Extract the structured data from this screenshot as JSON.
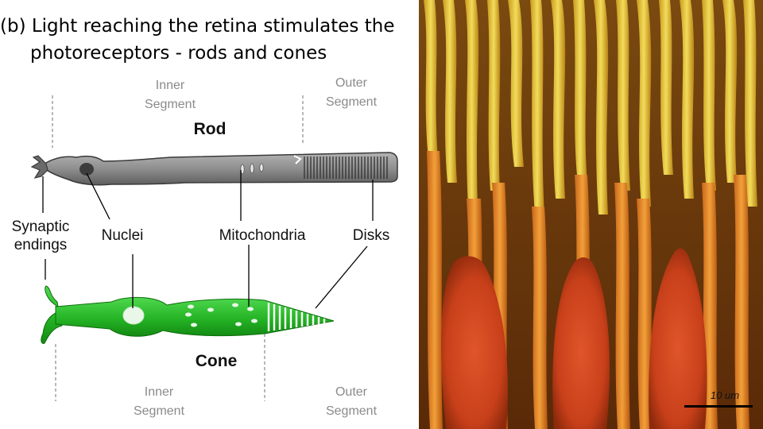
{
  "heading": {
    "line1": "(b) Light reaching the retina stimulates the",
    "line2": "photoreceptors - rods and cones"
  },
  "rod": {
    "title": "Rod",
    "inner_segment": [
      "Inner",
      "Segment"
    ],
    "outer_segment": [
      "Outer",
      "Segment"
    ],
    "color": "#8e8e8e"
  },
  "cone": {
    "title": "Cone",
    "inner_segment": [
      "Inner",
      "Segment"
    ],
    "outer_segment": [
      "Outer",
      "Segment"
    ],
    "color": "#2fc02f"
  },
  "parts": {
    "synaptic": [
      "Synaptic",
      "endings"
    ],
    "nuclei": "Nuclei",
    "mitochondria": "Mitochondria",
    "disks": "Disks"
  },
  "micrograph": {
    "scale_bar_label": "10 um"
  }
}
